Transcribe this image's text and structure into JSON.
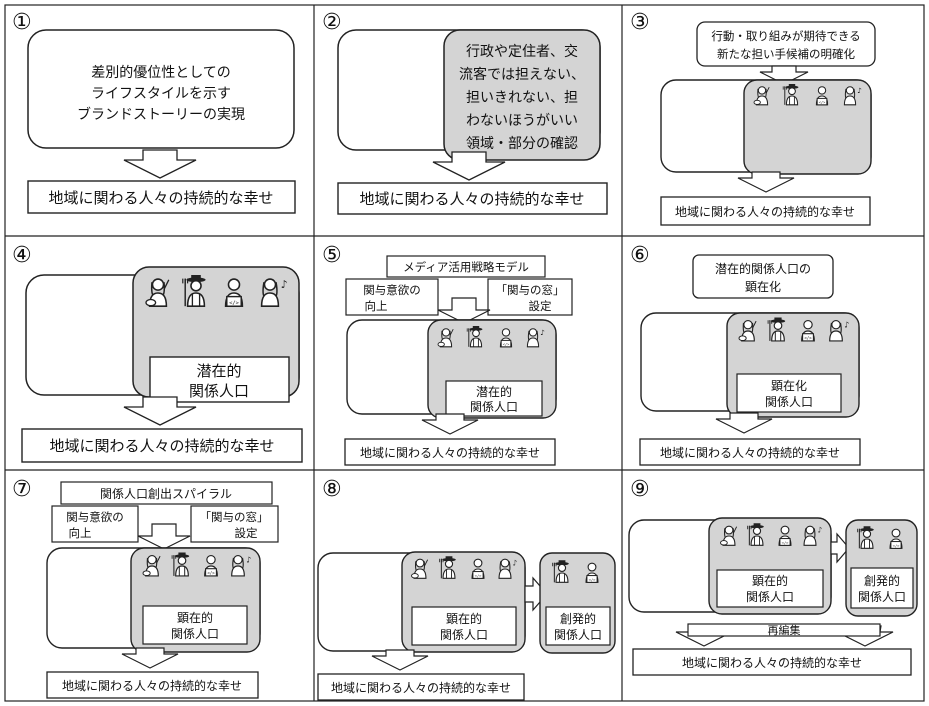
{
  "num": {
    "p1": "①",
    "p2": "②",
    "p3": "③",
    "p4": "④",
    "p5": "⑤",
    "p6": "⑥",
    "p7": "⑦",
    "p8": "⑧",
    "p9": "⑨"
  },
  "bottom_label": "地域に関わる人々の持続的な幸せ",
  "p1": {
    "story": [
      "差別的優位性としての",
      "ライフスタイルを示す",
      "ブランドストーリーの実現"
    ]
  },
  "p2": {
    "lines": [
      "行政や定住者、交",
      "流客では担えない、",
      "担いきれない、担",
      "わないほうがいい",
      "領域・部分の確認"
    ]
  },
  "p3": {
    "top": [
      "行動・取り組みが期待できる",
      "新たな担い手候補の明確化"
    ]
  },
  "p4": {
    "label": [
      "潜在的",
      "関係人口"
    ]
  },
  "p5": {
    "top": "メディア活用戦略モデル",
    "left": [
      "関与意欲の",
      "向上"
    ],
    "right": [
      "「関与の窓」",
      "設定"
    ],
    "label": [
      "潜在的",
      "関係人口"
    ]
  },
  "p6": {
    "top": [
      "潜在的関係人口の",
      "顕在化"
    ],
    "label": [
      "顕在化",
      "関係人口"
    ]
  },
  "p7": {
    "top": "関係人口創出スパイラル",
    "left": [
      "関与意欲の",
      "向上"
    ],
    "right": [
      "「関与の窓」",
      "設定"
    ],
    "label": [
      "顕在的",
      "関係人口"
    ]
  },
  "p8": {
    "label": [
      "顕在的",
      "関係人口"
    ],
    "label2": [
      "創発的",
      "関係人口"
    ]
  },
  "p9": {
    "label": [
      "顕在的",
      "関係人口"
    ],
    "label2": [
      "創発的",
      "関係人口"
    ],
    "reorg": "再編集"
  },
  "icons": [
    "artist-icon",
    "farmer-icon",
    "programmer-icon",
    "musician-icon"
  ]
}
